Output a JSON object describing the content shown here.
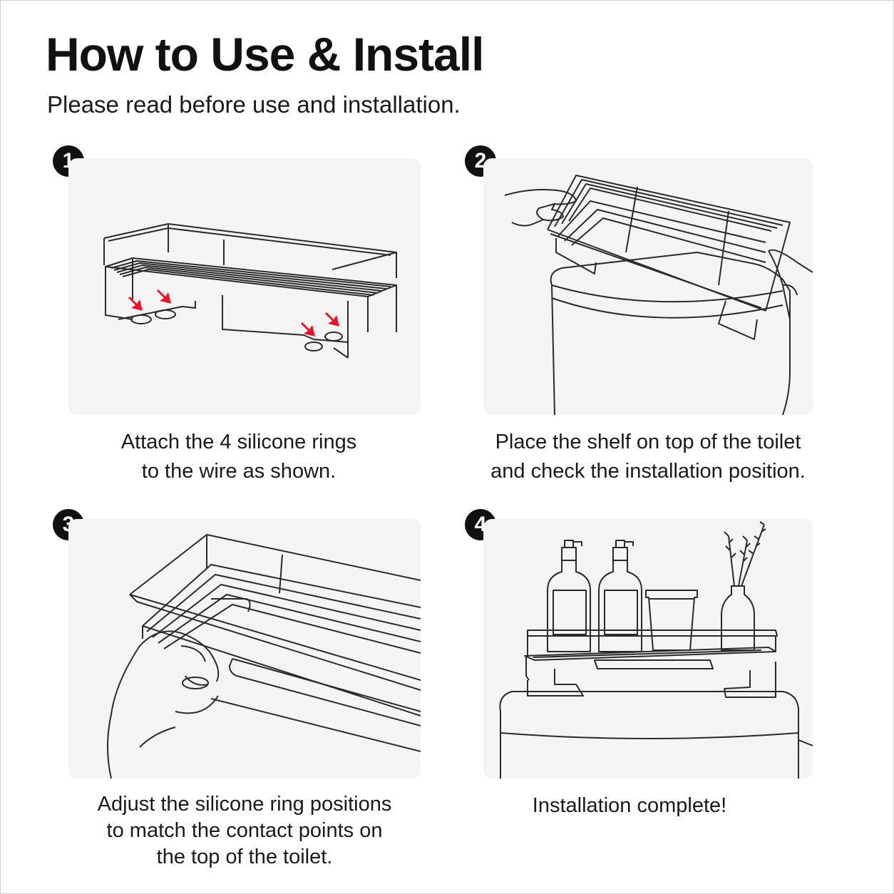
{
  "header": {
    "title": "How to Use & Install",
    "subtitle": "Please read before use and installation."
  },
  "colors": {
    "background": "#ffffff",
    "panel": "#f4f4f4",
    "line": "#222222",
    "arrow": "#e8132a"
  },
  "steps": [
    {
      "number": "1",
      "caption_lines": [
        "Attach the 4 silicone rings",
        "to the wire as shown."
      ]
    },
    {
      "number": "2",
      "caption_lines": [
        "Place the shelf on top of the toilet",
        "and check the installation position."
      ]
    },
    {
      "number": "3",
      "caption_lines": [
        "Adjust the silicone ring positions",
        "to match the contact points on",
        "the top of the toilet."
      ]
    },
    {
      "number": "4",
      "caption_lines": [
        "Installation complete!"
      ]
    }
  ]
}
